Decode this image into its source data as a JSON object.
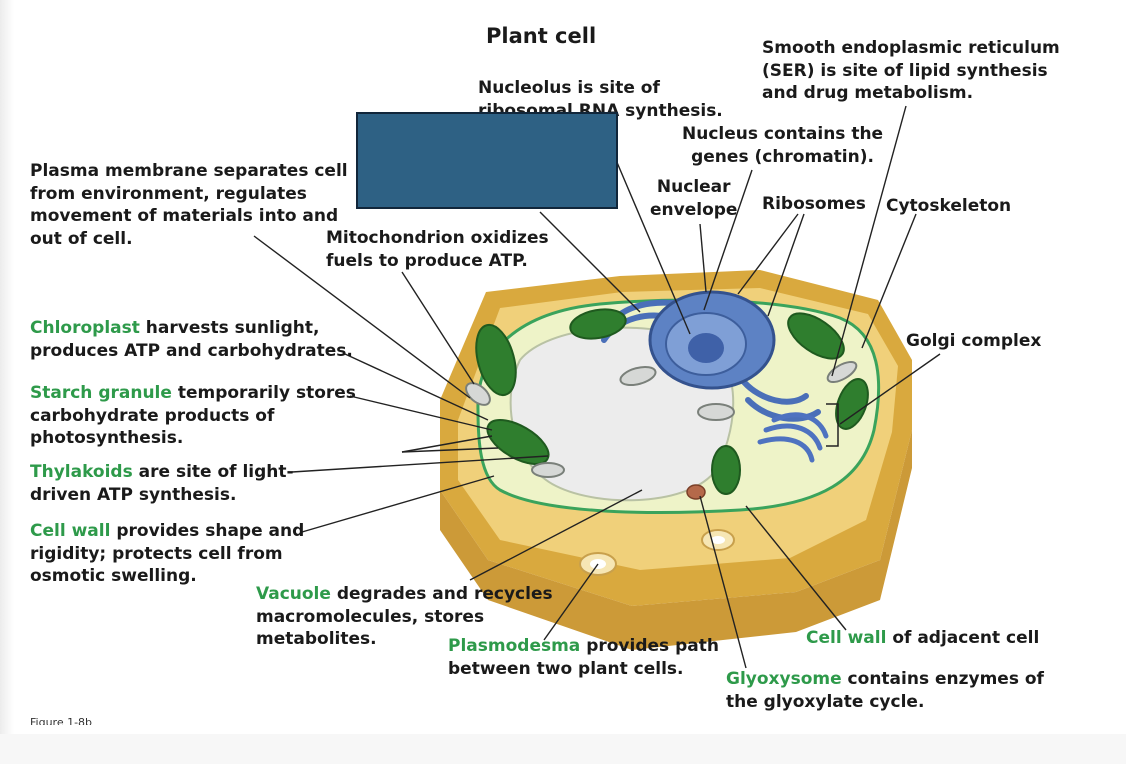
{
  "title": "Plant cell",
  "figure": "Figure 1-8b",
  "colors": {
    "green_term": "#2e9a4a",
    "cover_box": "#2e6184",
    "cell_wall": "#e8c35a",
    "cytoplasm": "#eef3c8",
    "nucleus": "#5d82c4"
  },
  "labels": {
    "plasma": {
      "lines": [
        "Plasma membrane separates cell",
        "from environment, regulates",
        "movement of materials into and",
        "out of cell."
      ]
    },
    "nucleolus": {
      "lines": [
        "Nucleolus is site of",
        "ribosomal RNA synthesis."
      ]
    },
    "ser": {
      "lines": [
        "Smooth endoplasmic reticulum",
        "(SER) is site of lipid synthesis",
        "and drug metabolism."
      ]
    },
    "nucleus": {
      "lines": [
        "Nucleus contains the",
        "genes (chromatin)."
      ]
    },
    "envelope": {
      "lines": [
        "Nuclear",
        "envelope"
      ]
    },
    "ribosomes": "Ribosomes",
    "cytoskeleton": "Cytoskeleton",
    "mito": {
      "lines": [
        "Mitochondrion oxidizes",
        "fuels to produce ATP."
      ]
    },
    "chloroplast": {
      "term": "Chloroplast",
      "rest": " harvests sunlight,",
      "lines": [
        "produces ATP and carbohydrates."
      ]
    },
    "starch": {
      "term": "Starch granule",
      "rest": " temporarily stores",
      "lines": [
        "carbohydrate products of",
        "photosynthesis."
      ]
    },
    "thylakoids": {
      "term": "Thylakoids",
      "rest": " are site of light-",
      "lines": [
        "driven ATP synthesis."
      ]
    },
    "cellwall": {
      "term": "Cell wall",
      "rest": " provides shape and",
      "lines": [
        "rigidity; protects cell from",
        "osmotic swelling."
      ]
    },
    "golgi": "Golgi complex",
    "vacuole": {
      "term": "Vacuole",
      "rest": " degrades and recycles",
      "lines": [
        "macromolecules, stores",
        "metabolites."
      ]
    },
    "plasmodesma": {
      "term": "Plasmodesma",
      "rest": " provides path",
      "lines": [
        "between two plant cells."
      ]
    },
    "adjacent": {
      "term": "Cell wall",
      "rest": " of adjacent cell"
    },
    "glyoxysome": {
      "term": "Glyoxysome",
      "rest": " contains enzymes of",
      "lines": [
        "the glyoxylate cycle."
      ]
    }
  }
}
